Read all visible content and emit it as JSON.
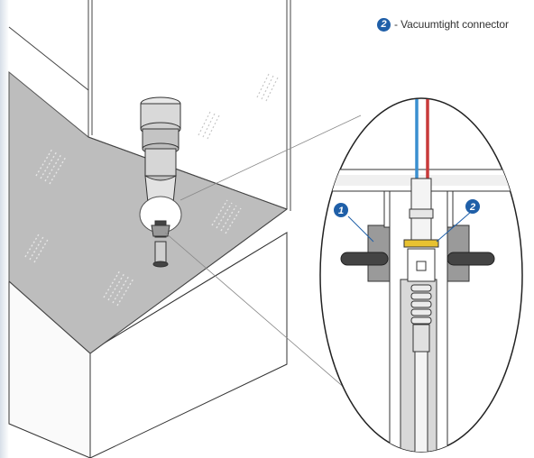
{
  "legend": {
    "items": [
      {
        "number": "2",
        "label": "- Vacuumtight connector"
      }
    ]
  },
  "callouts": {
    "one": "1",
    "two": "2"
  },
  "colors": {
    "badge": "#1f5fa8",
    "wire_blue": "#3a8fd0",
    "wire_red": "#c83a3a",
    "seal": "#e8c230",
    "glass": "#b8b8b8"
  }
}
